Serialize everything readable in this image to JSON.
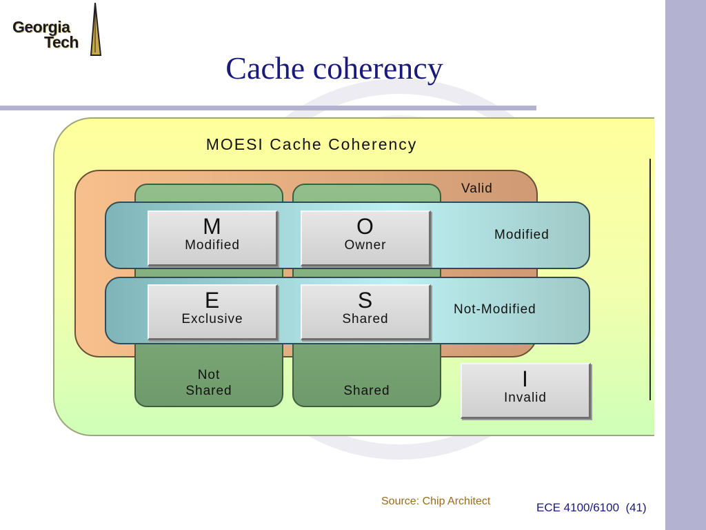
{
  "header": {
    "logo_line1": "Georgia",
    "logo_line2": "Tech",
    "title": "Cache coherency"
  },
  "diagram": {
    "title": "MOESI  Cache  Coherency",
    "valid_label": "Valid",
    "rows": {
      "modified": "Modified",
      "not_modified": "Not-Modified"
    },
    "columns": {
      "not_shared_line1": "Not",
      "not_shared_line2": "Shared",
      "shared": "Shared"
    },
    "states": [
      {
        "letter": "M",
        "name": "Modified"
      },
      {
        "letter": "O",
        "name": "Owner"
      },
      {
        "letter": "E",
        "name": "Exclusive"
      },
      {
        "letter": "S",
        "name": "Shared"
      },
      {
        "letter": "I",
        "name": "Invalid"
      }
    ]
  },
  "footer": {
    "source": "Source: Chip Architect",
    "course": "ECE 4100/6100  (41)"
  },
  "colors": {
    "title": "#1a1a7a",
    "side_bar": "#b3b3d1",
    "source_text": "#9c6a1a"
  }
}
